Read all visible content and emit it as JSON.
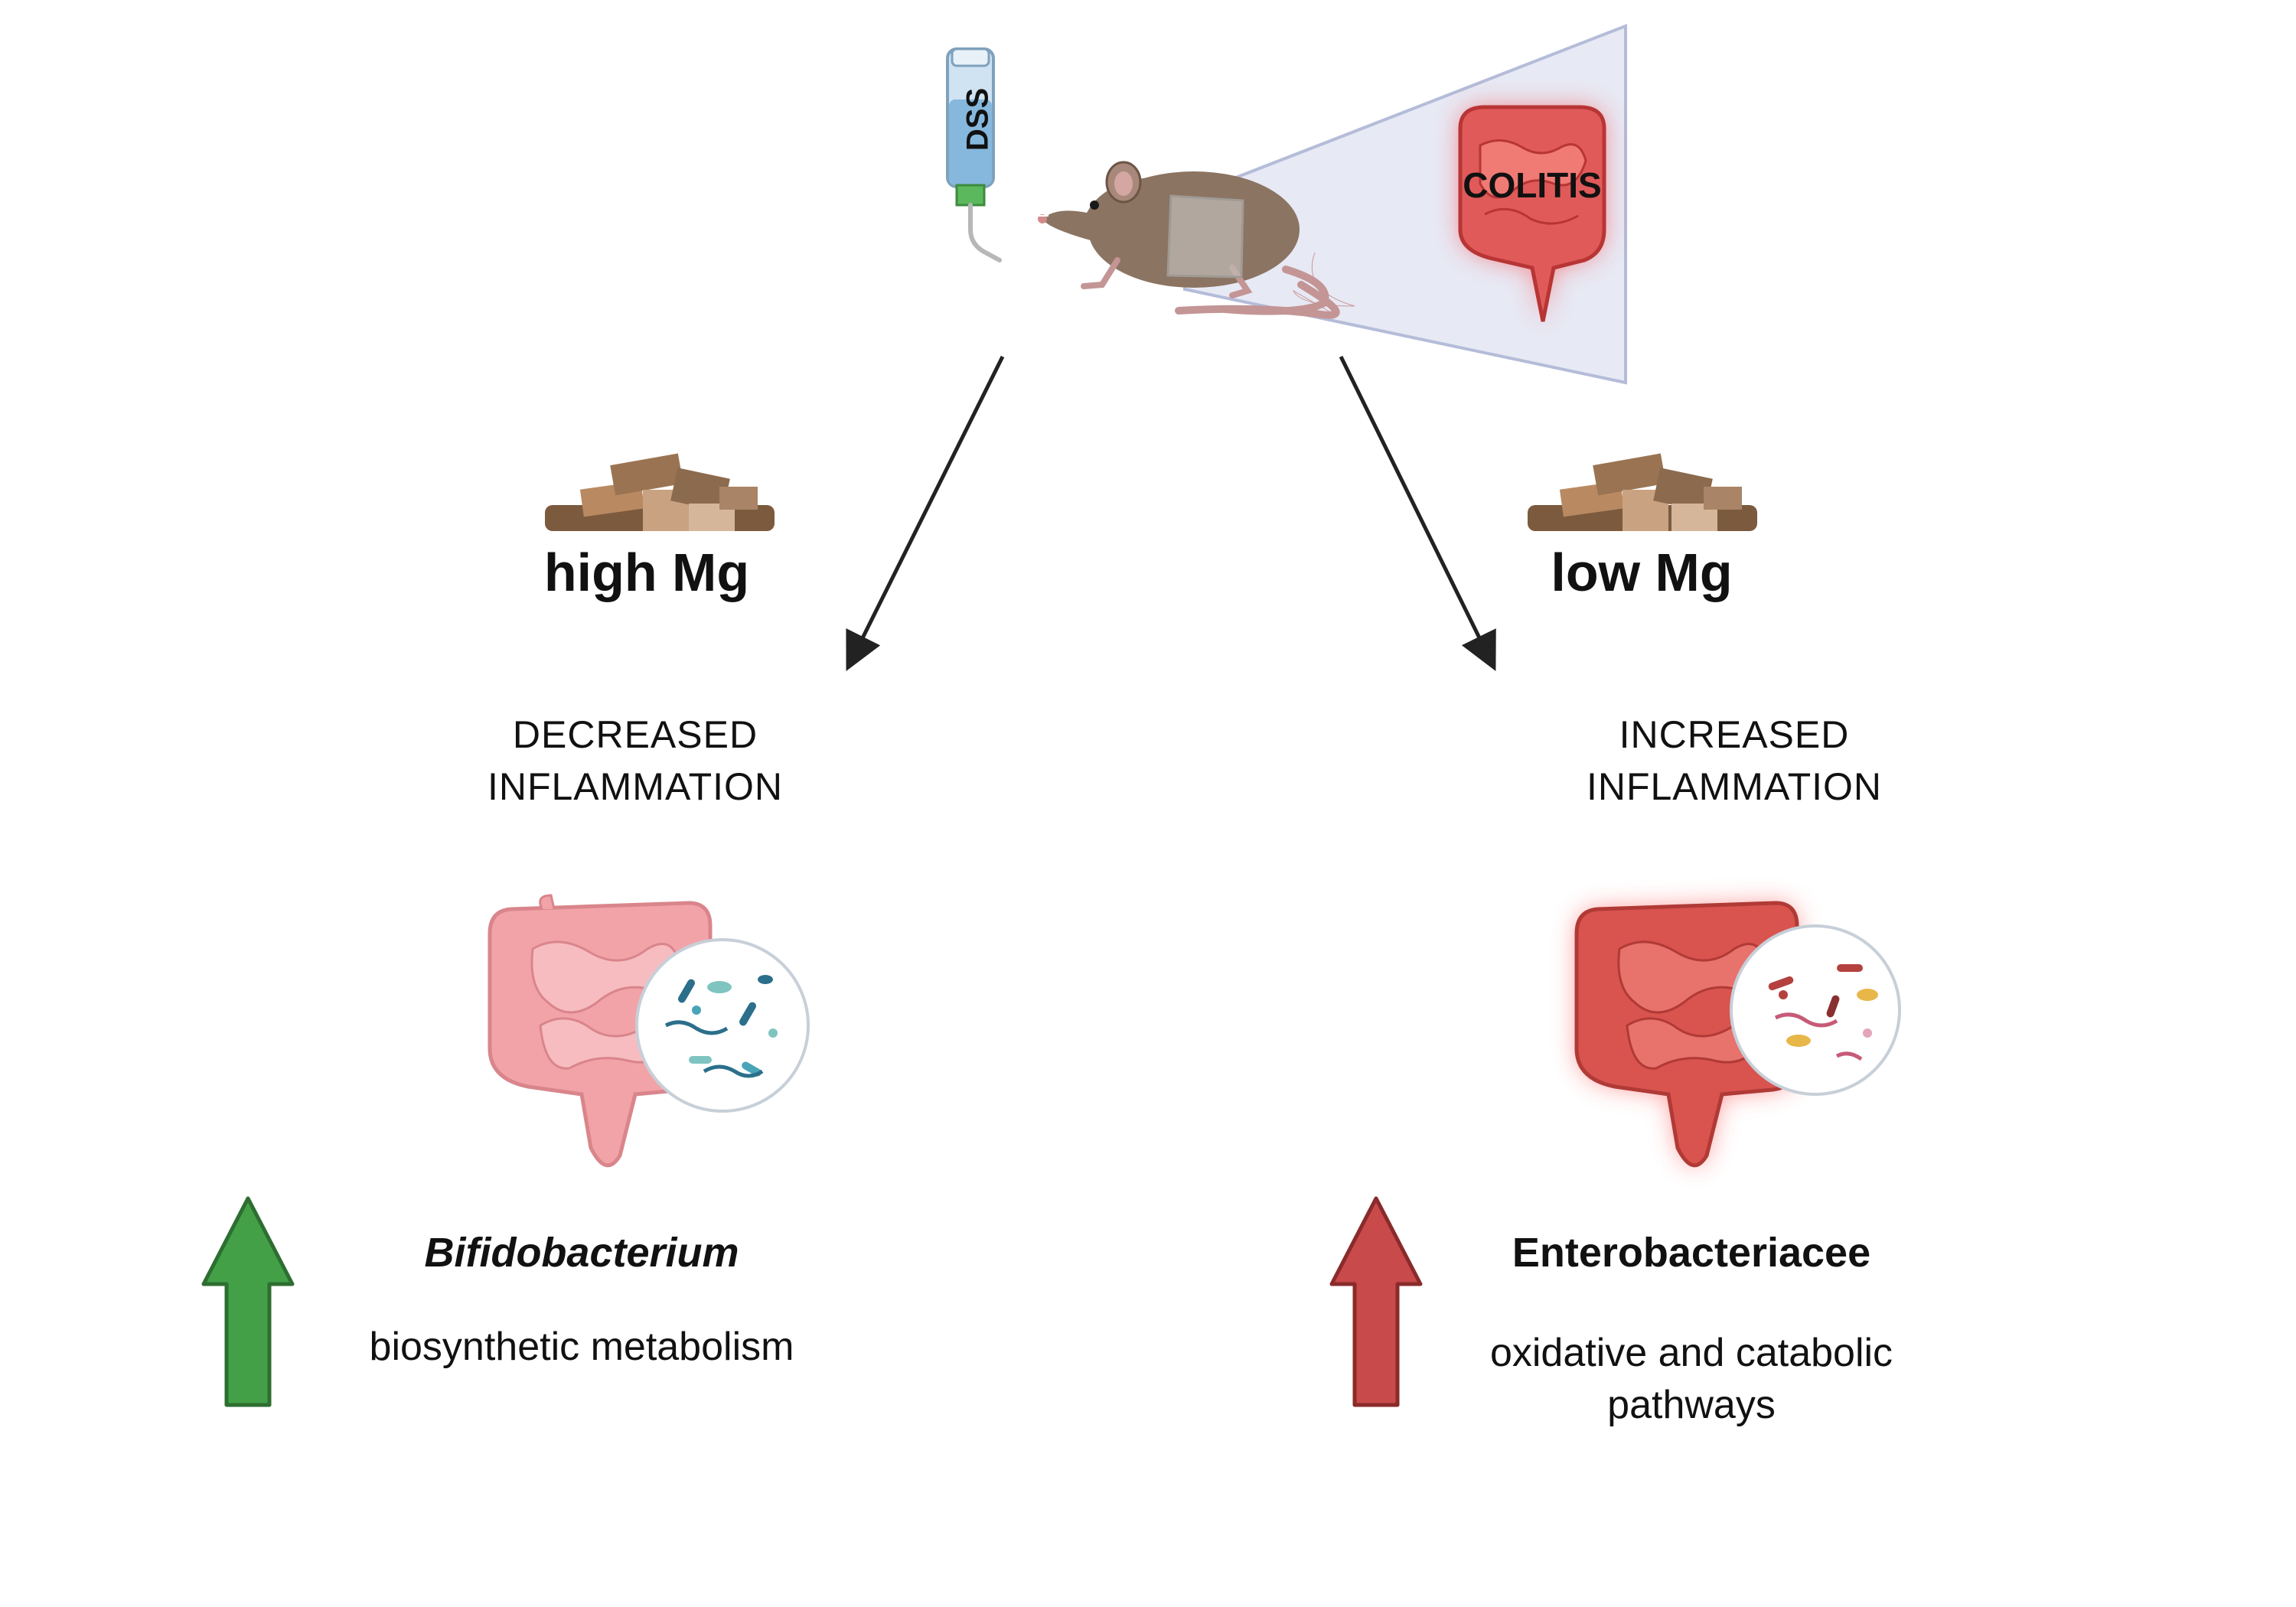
{
  "top": {
    "bottle_label": "DSS",
    "colitis_label": "COLITIS"
  },
  "left": {
    "diet_label": "high Mg",
    "outcome_line1": "DECREASED",
    "outcome_line2": "INFLAMMATION",
    "taxon": "Bifidobacterium",
    "pathway": "biosynthetic metabolism",
    "arrow_color": "#43a047"
  },
  "right": {
    "diet_label": "low Mg",
    "outcome_line1": "INCREASED",
    "outcome_line2": "INFLAMMATION",
    "taxon": "Enterobacteriacee",
    "pathway_line1": "oxidative and catabolic",
    "pathway_line2": "pathways",
    "arrow_color": "#c94a4a"
  },
  "colors": {
    "gut_healthy": "#f2a3a8",
    "gut_inflamed": "#d9534f",
    "mouse": "#8b7462"
  }
}
